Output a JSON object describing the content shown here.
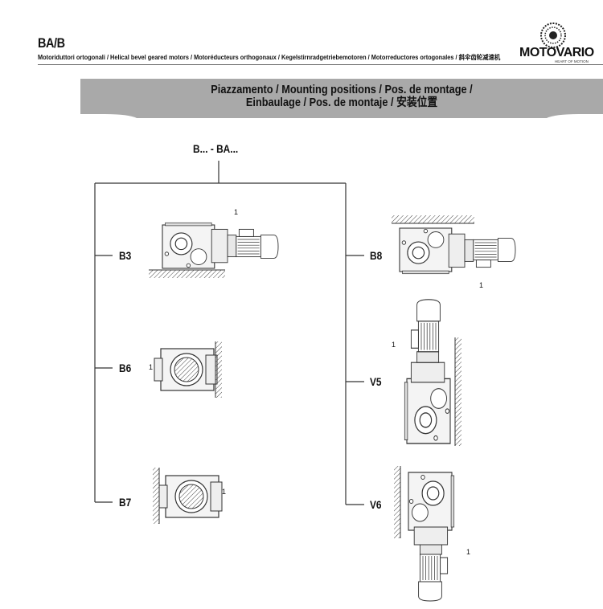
{
  "header": {
    "code": "BA/B",
    "subtitle": "Motoriduttori ortogonali / Helical bevel geared motors / Motoréducteurs orthogonaux / Kegelstirnradgetriebemotoren / Motorreductores ortogonales / 斜伞齿轮减速机",
    "brand": "MOTOVARIO",
    "tagline": "HEART OF MOTION"
  },
  "banner": {
    "line1": "Piazzamento / Mounting positions / Pos. de montage /",
    "line2": "Einbaulage / Pos. de montaje / 安装位置"
  },
  "tree": {
    "root": "B... - BA...",
    "positions": [
      {
        "label": "B3",
        "terminal_box": "1"
      },
      {
        "label": "B6",
        "terminal_box": "1"
      },
      {
        "label": "B7",
        "terminal_box": "1"
      },
      {
        "label": "B8",
        "terminal_box": "1"
      },
      {
        "label": "V5",
        "terminal_box": "1"
      },
      {
        "label": "V6",
        "terminal_box": "1"
      }
    ]
  },
  "colors": {
    "banner": "#a9a9a9",
    "line": "#333333"
  }
}
